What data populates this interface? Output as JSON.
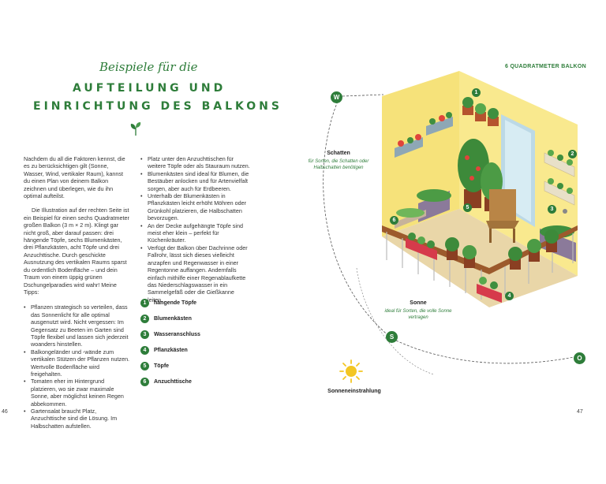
{
  "left": {
    "script_title": "Beispiele für die",
    "heading_line1": "AUFTEILUNG UND",
    "heading_line2": "EINRICHTUNG DES BALKONS",
    "col1_p1": "Nachdem du all die Faktoren kennst, die es zu berücksichtigen gilt (Sonne, Wasser, Wind, vertikaler Raum), kannst du einen Plan von deinem Balkon zeichnen und überlegen, wie du ihn optimal aufteilst.",
    "col1_p2": "Die Illustration auf der rechten Seite ist ein Beispiel für einen sechs Quadratmeter großen Balkon (3 m × 2 m). Klingt gar nicht groß, aber darauf passen: drei hängende Töpfe, sechs Blumenkästen, drei Pflanzkästen, acht Töpfe und drei Anzuchttische. Durch geschickte Ausnutzung des vertikalen Raums sparst du ordentlich Bodenfläche – und dein Traum von einem üppig grünen Dschungelparadies wird wahr! Meine Tipps:",
    "col1_bullets": [
      "Pflanzen strategisch so verteilen, dass das Sonnenlicht für alle optimal ausgenutzt wird. Nicht vergessen: Im Gegensatz zu Beeten im Garten sind Töpfe flexibel und lassen sich jederzeit woanders hinstellen.",
      "Balkongeländer und -wände zum vertikalen Stützen der Pflanzen nutzen. Wertvolle Bodenfläche wird freigehalten.",
      "Tomaten eher im Hintergrund platzieren, wo sie zwar maximale Sonne, aber möglichst keinen Regen abbekommen.",
      "Gartensalat braucht Platz, Anzuchttische sind die Lösung. Im Halbschatten aufstellen."
    ],
    "col2_bullets": [
      "Platz unter den Anzuchttischen für weitere Töpfe oder als Stauraum nutzen.",
      "Blumenkästen sind ideal für Blumen, die Bestäuber anlocken und für Artenvielfalt sorgen, aber auch für Erdbeeren.",
      "Unterhalb der Blumenkästen in Pflanzkästen leicht erhöht Möhren oder Grünkohl platzieren, die Halbschatten bevorzugen.",
      "An der Decke aufgehängte Töpfe sind meist eher klein – perfekt für Küchenkräuter.",
      "Verfügt der Balkon über Dachrinne oder Fallrohr, lässt sich dieses vielleicht anzapfen und Regenwasser in einer Regentonne auffangen. Andernfalls einfach mithilfe einer Regenablaufkette das Niederschlagswasser in ein Sammelgefäß oder die Gießkanne leiten."
    ],
    "legend": [
      {
        "num": "1",
        "label": "hängende Töpfe"
      },
      {
        "num": "2",
        "label": "Blumenkästen"
      },
      {
        "num": "3",
        "label": "Wasseranschluss"
      },
      {
        "num": "4",
        "label": "Pflanzkästen"
      },
      {
        "num": "5",
        "label": "Töpfe"
      },
      {
        "num": "6",
        "label": "Anzuchttische"
      }
    ],
    "page_number": "46"
  },
  "right": {
    "balcony_title": "6 QUADRATMETER BALKON",
    "shade_title": "Schatten",
    "shade_sub": "für Sorten, die Schatten oder Halbschatten benötigen",
    "sun_title": "Sonne",
    "sun_sub": "ideal für Sorten, die volle Sonne vertragen",
    "sun_radiation": "Sonneneinstrahlung",
    "compass": {
      "w": "W",
      "s": "S",
      "o": "O"
    },
    "markers": [
      "1",
      "2",
      "3",
      "4",
      "5",
      "6"
    ],
    "page_number": "47"
  },
  "colors": {
    "accent_green": "#2e7d3a",
    "wall_yellow": "#f6e27a",
    "railing_brown": "#9c5a2c",
    "sun_yellow": "#f3c623"
  }
}
